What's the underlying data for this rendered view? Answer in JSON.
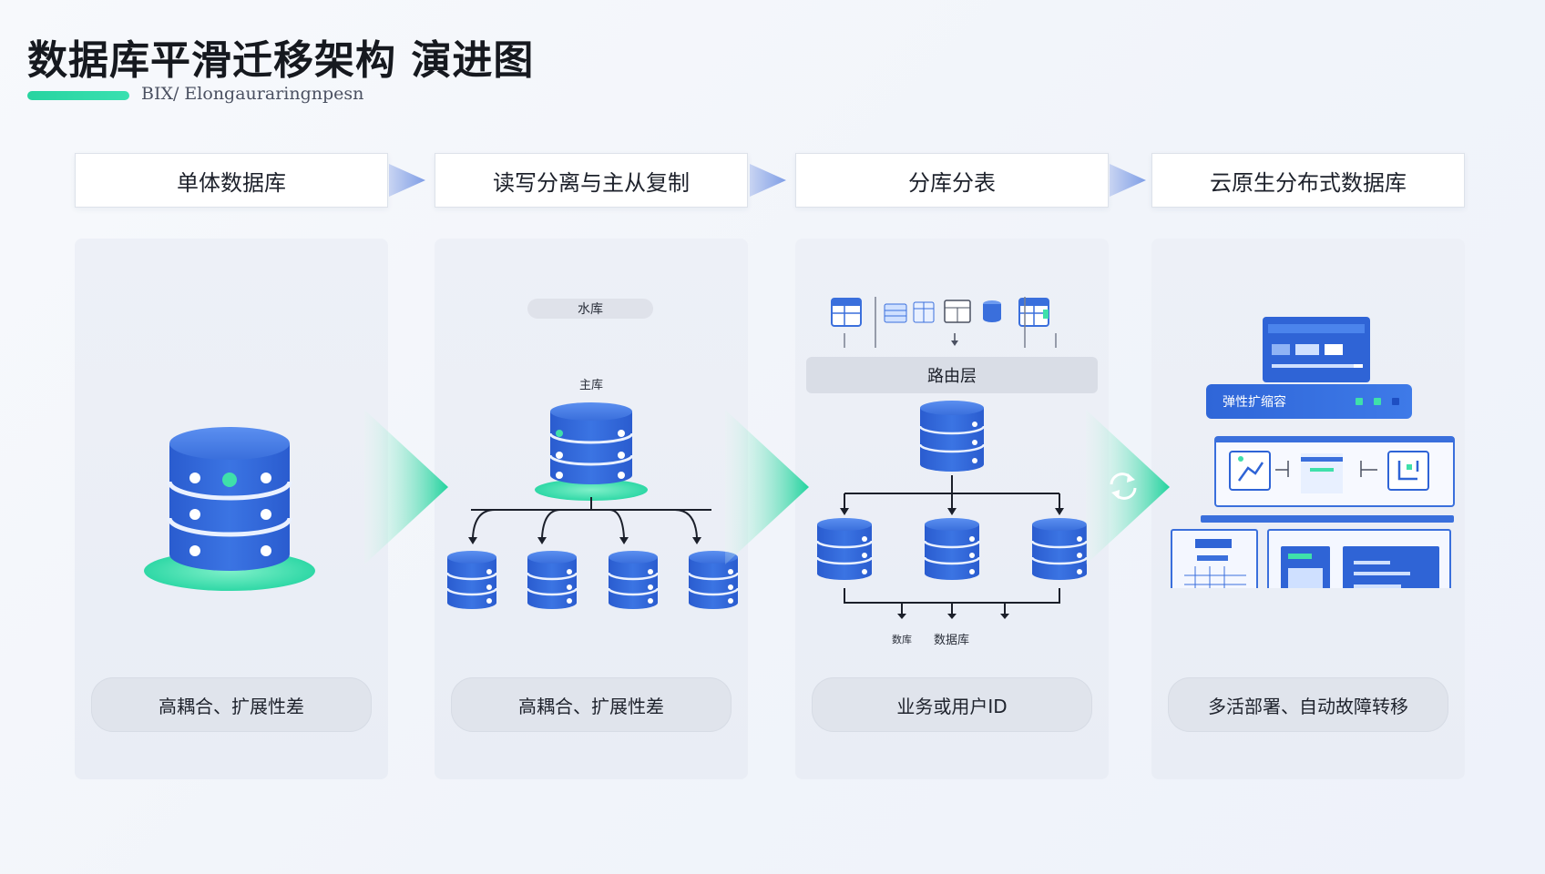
{
  "title": "数据库平滑迁移架构 演进图",
  "subtitle": "BIX/ Elongauraringnpesn",
  "colors": {
    "accent_green": "#2fd8a6",
    "db_blue": "#2f64d6",
    "db_blue_light": "#4b84ec",
    "panel_bg": "#ecf0f7"
  },
  "stages": [
    {
      "title": "单体数据库",
      "caption": "高耦合、扩展性差"
    },
    {
      "title": "读写分离与主从复制",
      "caption": "高耦合、扩展性差",
      "labels": {
        "top": "水库",
        "master": "主库"
      }
    },
    {
      "title": "分库分表",
      "caption": "业务或用户ID",
      "labels": {
        "router": "路由层",
        "left": "数库",
        "mid": "数据库"
      }
    },
    {
      "title": "云原生分布式数据库",
      "caption": "多活部署、自动故障转移",
      "labels": {
        "elastic": "弹性扩缩容"
      }
    }
  ],
  "icons": [
    "database-icon",
    "flow-arrow-icon",
    "table-icon",
    "sync-icon",
    "dashboard-icon"
  ]
}
